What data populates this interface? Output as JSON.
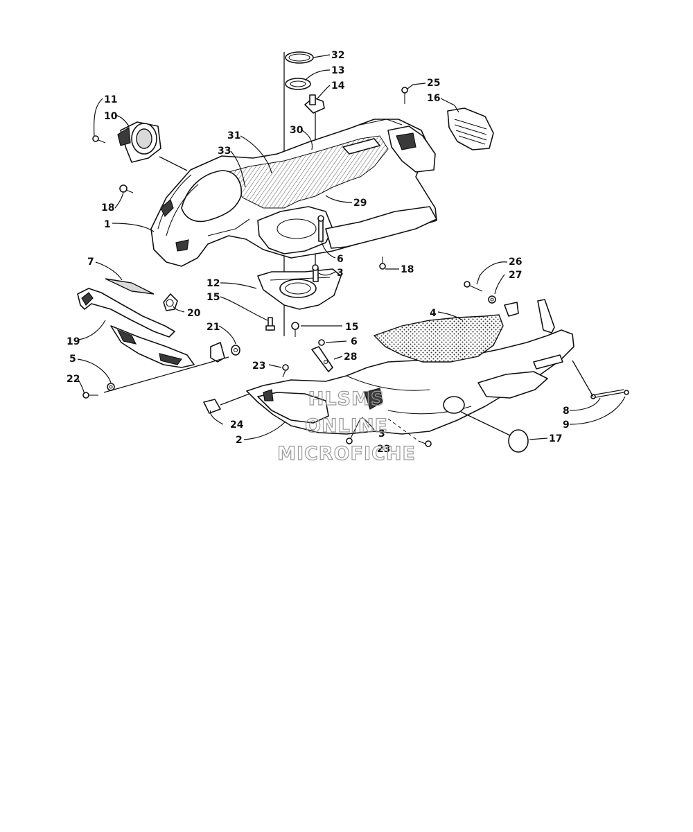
{
  "callouts": {
    "c32": "32",
    "c13": "13",
    "c14": "14",
    "c25": "25",
    "c16": "16",
    "c11": "11",
    "c10": "10",
    "c31": "31",
    "c30": "30",
    "c33": "33",
    "c29": "29",
    "c18a": "18",
    "c1": "1",
    "c6a": "6",
    "c3a": "3",
    "c18b": "18",
    "c7": "7",
    "c26": "26",
    "c27": "27",
    "c12": "12",
    "c15a": "15",
    "c20": "20",
    "c4": "4",
    "c21": "21",
    "c15b": "15",
    "c19": "19",
    "c6b": "6",
    "c23a": "23",
    "c28": "28",
    "c5": "5",
    "c22": "22",
    "c8": "8",
    "c9": "9",
    "c24": "24",
    "c3b": "3",
    "c2": "2",
    "c23b": "23",
    "c17": "17"
  },
  "watermark": {
    "line1": "HLSMS",
    "line2": "ONLINE",
    "line3": "MICROFICHE"
  }
}
